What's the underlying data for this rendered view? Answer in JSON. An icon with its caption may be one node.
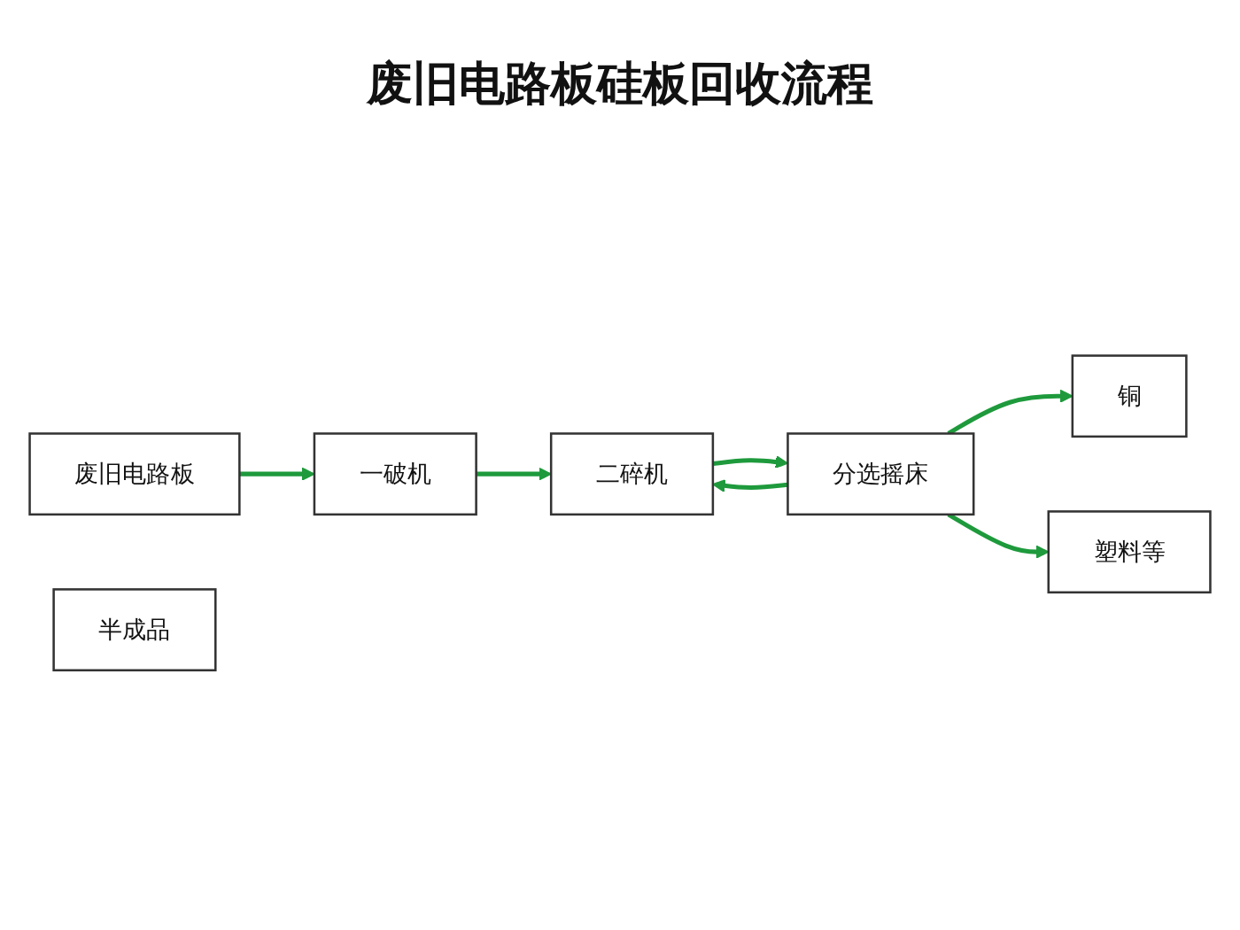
{
  "diagram": {
    "title": "废旧电路板硅板回收流程",
    "nodes": [
      {
        "text": [
          "废旧电路板"
        ]
      },
      {
        "text": [
          "半成品"
        ]
      },
      {
        "text": [
          "一破机"
        ]
      },
      {
        "text": [
          "二碎机"
        ]
      },
      {
        "text": [
          "分选摇床"
        ]
      },
      {
        "text": [
          "铜"
        ]
      },
      {
        "text": [
          "塑料等"
        ]
      }
    ],
    "edges": [
      {
        "from": 0,
        "to": 2,
        "arrow": "to"
      },
      {
        "from": 2,
        "to": 3,
        "arrow": "to"
      },
      {
        "from": 3,
        "to": 4,
        "arrow": "to"
      },
      {
        "from": 4,
        "to": 5,
        "arrow": "to"
      },
      {
        "from": 4,
        "to": 3,
        "arrow": "to"
      },
      {
        "from": 4,
        "to": 6,
        "arrow": "to"
      }
    ]
  }
}
